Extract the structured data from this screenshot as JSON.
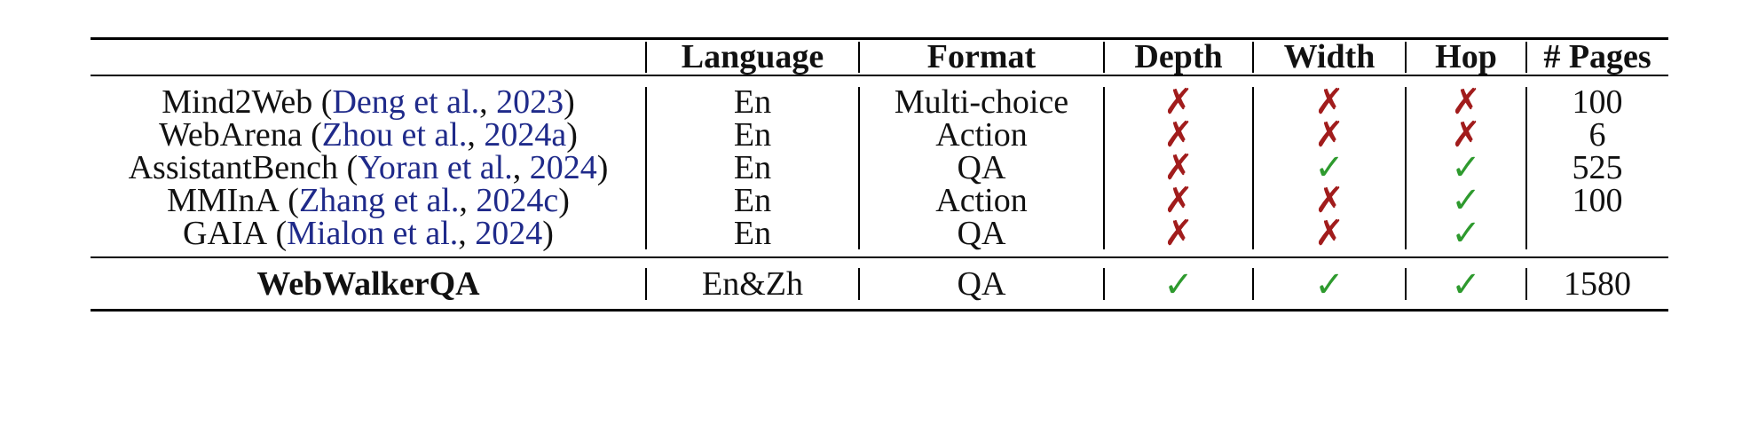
{
  "table": {
    "columns": [
      "",
      "Language",
      "Format",
      "Depth",
      "Width",
      "Hop",
      "# Pages"
    ],
    "rows": [
      {
        "name": "Mind2Web",
        "cite_open": " (",
        "cite_author": "Deng et al.",
        "cite_sep": ", ",
        "cite_year": "2023",
        "cite_close": ")",
        "language": "En",
        "format": "Multi-choice",
        "depth": "✗",
        "width": "✗",
        "hop": "✗",
        "pages": "100"
      },
      {
        "name": "WebArena",
        "cite_open": " (",
        "cite_author": "Zhou et al.",
        "cite_sep": ", ",
        "cite_year": "2024a",
        "cite_close": ")",
        "language": "En",
        "format": "Action",
        "depth": "✗",
        "width": "✗",
        "hop": "✗",
        "pages": "6"
      },
      {
        "name": "AssistantBench",
        "cite_open": " (",
        "cite_author": "Yoran et al.",
        "cite_sep": ", ",
        "cite_year": "2024",
        "cite_close": ")",
        "language": "En",
        "format": "QA",
        "depth": "✗",
        "width": "✓",
        "hop": "✓",
        "pages": "525"
      },
      {
        "name": "MMInA",
        "cite_open": " (",
        "cite_author": "Zhang et al.",
        "cite_sep": ", ",
        "cite_year": "2024c",
        "cite_close": ")",
        "language": "En",
        "format": "Action",
        "depth": "✗",
        "width": "✗",
        "hop": "✓",
        "pages": "100"
      },
      {
        "name": "GAIA",
        "cite_open": " (",
        "cite_author": "Mialon et al.",
        "cite_sep": ", ",
        "cite_year": "2024",
        "cite_close": ")",
        "language": "En",
        "format": "QA",
        "depth": "✗",
        "width": "✗",
        "hop": "✓",
        "pages": ""
      }
    ],
    "ours": {
      "name": "WebWalkerQA",
      "language": "En&Zh",
      "format": "QA",
      "depth": "✓",
      "width": "✓",
      "hop": "✓",
      "pages": "1580"
    }
  },
  "colors": {
    "cross": "#a11c1c",
    "check": "#2e9a2e",
    "citation": "#1f2a8a"
  }
}
